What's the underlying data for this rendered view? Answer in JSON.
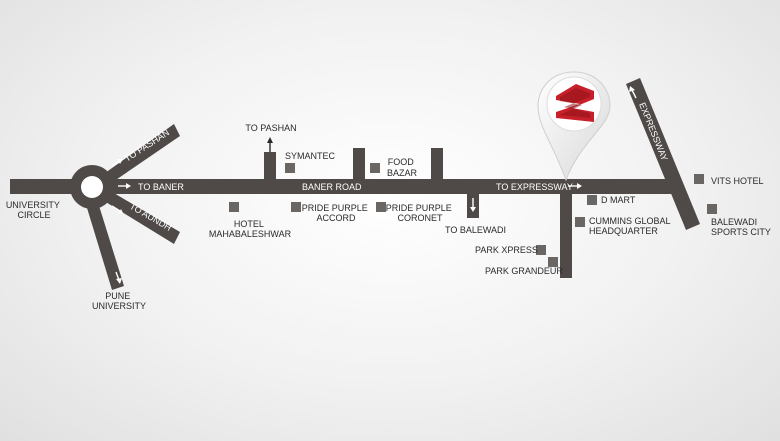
{
  "map": {
    "colors": {
      "road": "#4f4a47",
      "landmark": "#6a6664",
      "road_text": "#ffffff",
      "label_text": "#2a2a2a",
      "logo_accent": "#c8202a"
    },
    "roads": {
      "baner_road": "BANER ROAD",
      "to_baner": "TO BANER",
      "to_pashan_circle": "TO PASHAN",
      "to_aundh": "TO AUNDH",
      "to_expressway": "TO EXPRESSWAY",
      "expressway": "EXPRESSWAY"
    },
    "labels": {
      "university_circle": [
        "UNIVERSITY",
        "CIRCLE"
      ],
      "pune_university": [
        "PUNE",
        "UNIVERSITY"
      ],
      "to_pashan_top": "TO PASHAN",
      "symantec": "SYMANTEC",
      "food_bazar": [
        "FOOD",
        "BAZAR"
      ],
      "hotel_mahabaleshwar": [
        "HOTEL",
        "MAHABALESHWAR"
      ],
      "pride_purple_accord": [
        "PRIDE PURPLE",
        "ACCORD"
      ],
      "pride_purple_coronet": [
        "PRIDE PURPLE",
        "CORONET"
      ],
      "to_balewadi": "TO BALEWADI",
      "d_mart": "D MART",
      "cummins": [
        "CUMMINS GLOBAL",
        "HEADQUARTER"
      ],
      "park_xpress": "PARK XPRESS",
      "park_grandeur": "PARK GRANDEUR",
      "vits_hotel": "VITS HOTEL",
      "balewadi_sports_city": [
        "BALEWADI",
        "SPORTS CITY"
      ]
    },
    "icons": {
      "location_pin": "location-pin-icon"
    }
  }
}
